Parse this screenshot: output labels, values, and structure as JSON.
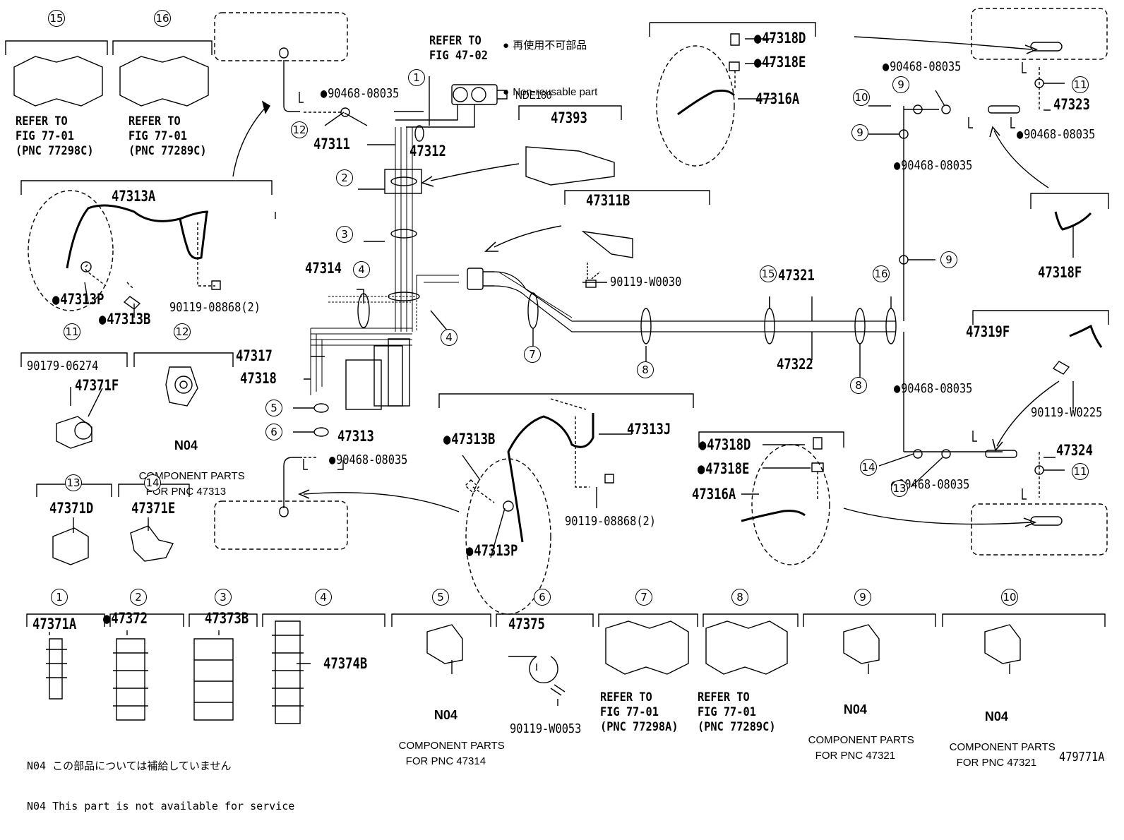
{
  "legend": {
    "jp": "再使用不可部品",
    "en": "Non-reusable part"
  },
  "diagram_id": "479771A",
  "footnotes": {
    "jp": "N04 この部品については補給していません",
    "en": "N04 This part is not available for service"
  },
  "refer_blocks": {
    "fig4702": "REFER TO\nFIG 47-02",
    "r15": "REFER TO\nFIG 77-01\n(PNC 77298C)",
    "r16": "REFER TO\nFIG 77-01\n(PNC 77289C)",
    "r7": "REFER TO\nFIG 77-01\n(PNC 77298A)",
    "r8": "REFER TO\nFIG 77-01\n(PNC 77289C)"
  },
  "component_blocks": {
    "c12": {
      "code": "N04",
      "text": "COMPONENT PARTS\nFOR PNC 47313"
    },
    "c5": {
      "code": "N04",
      "text": "COMPONENT PARTS\nFOR PNC 47314"
    },
    "c9": {
      "code": "N04",
      "text": "COMPONENT PARTS\nFOR PNC 47321"
    },
    "c10": {
      "code": "N04",
      "text": "COMPONENT PARTS\nFOR PNC 47321"
    }
  },
  "parts": {
    "p90468_a": "90468-08035",
    "p90468_b": "90468-08035",
    "p90468_c": "90468-08035",
    "p90468_d": "90468-08035",
    "p90468_e": "90468-08035",
    "p90468_f": "90468-08035",
    "p47311": "47311",
    "p47312": "47312",
    "pNDE180": "NDE180",
    "p47393": "47393",
    "p47311B": "47311B",
    "p90119W0030": "90119-W0030",
    "p47313A": "47313A",
    "p47313P_a": "47313P",
    "p47313B_a": "47313B",
    "p90119_08868_a": "90119-08868(2)",
    "p90179": "90179-06274",
    "p47371F": "47371F",
    "p47314": "47314",
    "p47317": "47317",
    "p47318": "47318",
    "p47313": "47313",
    "p47321": "47321",
    "p47322": "47322",
    "p47318D_a": "47318D",
    "p47318E_a": "47318E",
    "p47316A_a": "47316A",
    "p47323": "47323",
    "p47318F": "47318F",
    "p47319F": "47319F",
    "p90119W0225": "90119-W0225",
    "p47324": "47324",
    "p47313J": "47313J",
    "p47313B_b": "47313B",
    "p47313P_b": "47313P",
    "p90119_08868_b": "90119-08868(2)",
    "p47318D_b": "47318D",
    "p47318E_b": "47318E",
    "p47316A_b": "47316A",
    "p47371D": "47371D",
    "p47371E": "47371E",
    "p47371A": "47371A",
    "p47372": "47372",
    "p47373B": "47373B",
    "p47374B": "47374B",
    "p47375": "47375",
    "p90119W0053": "90119-W0053"
  },
  "callouts": {
    "c1": "1",
    "c2": "2",
    "c3": "3",
    "c4": "4",
    "c5": "5",
    "c6": "6",
    "c7": "7",
    "c8": "8",
    "c9": "9",
    "c10": "10",
    "c11": "11",
    "c12": "12",
    "c13": "13",
    "c14": "14",
    "c15": "15",
    "c16": "16"
  }
}
